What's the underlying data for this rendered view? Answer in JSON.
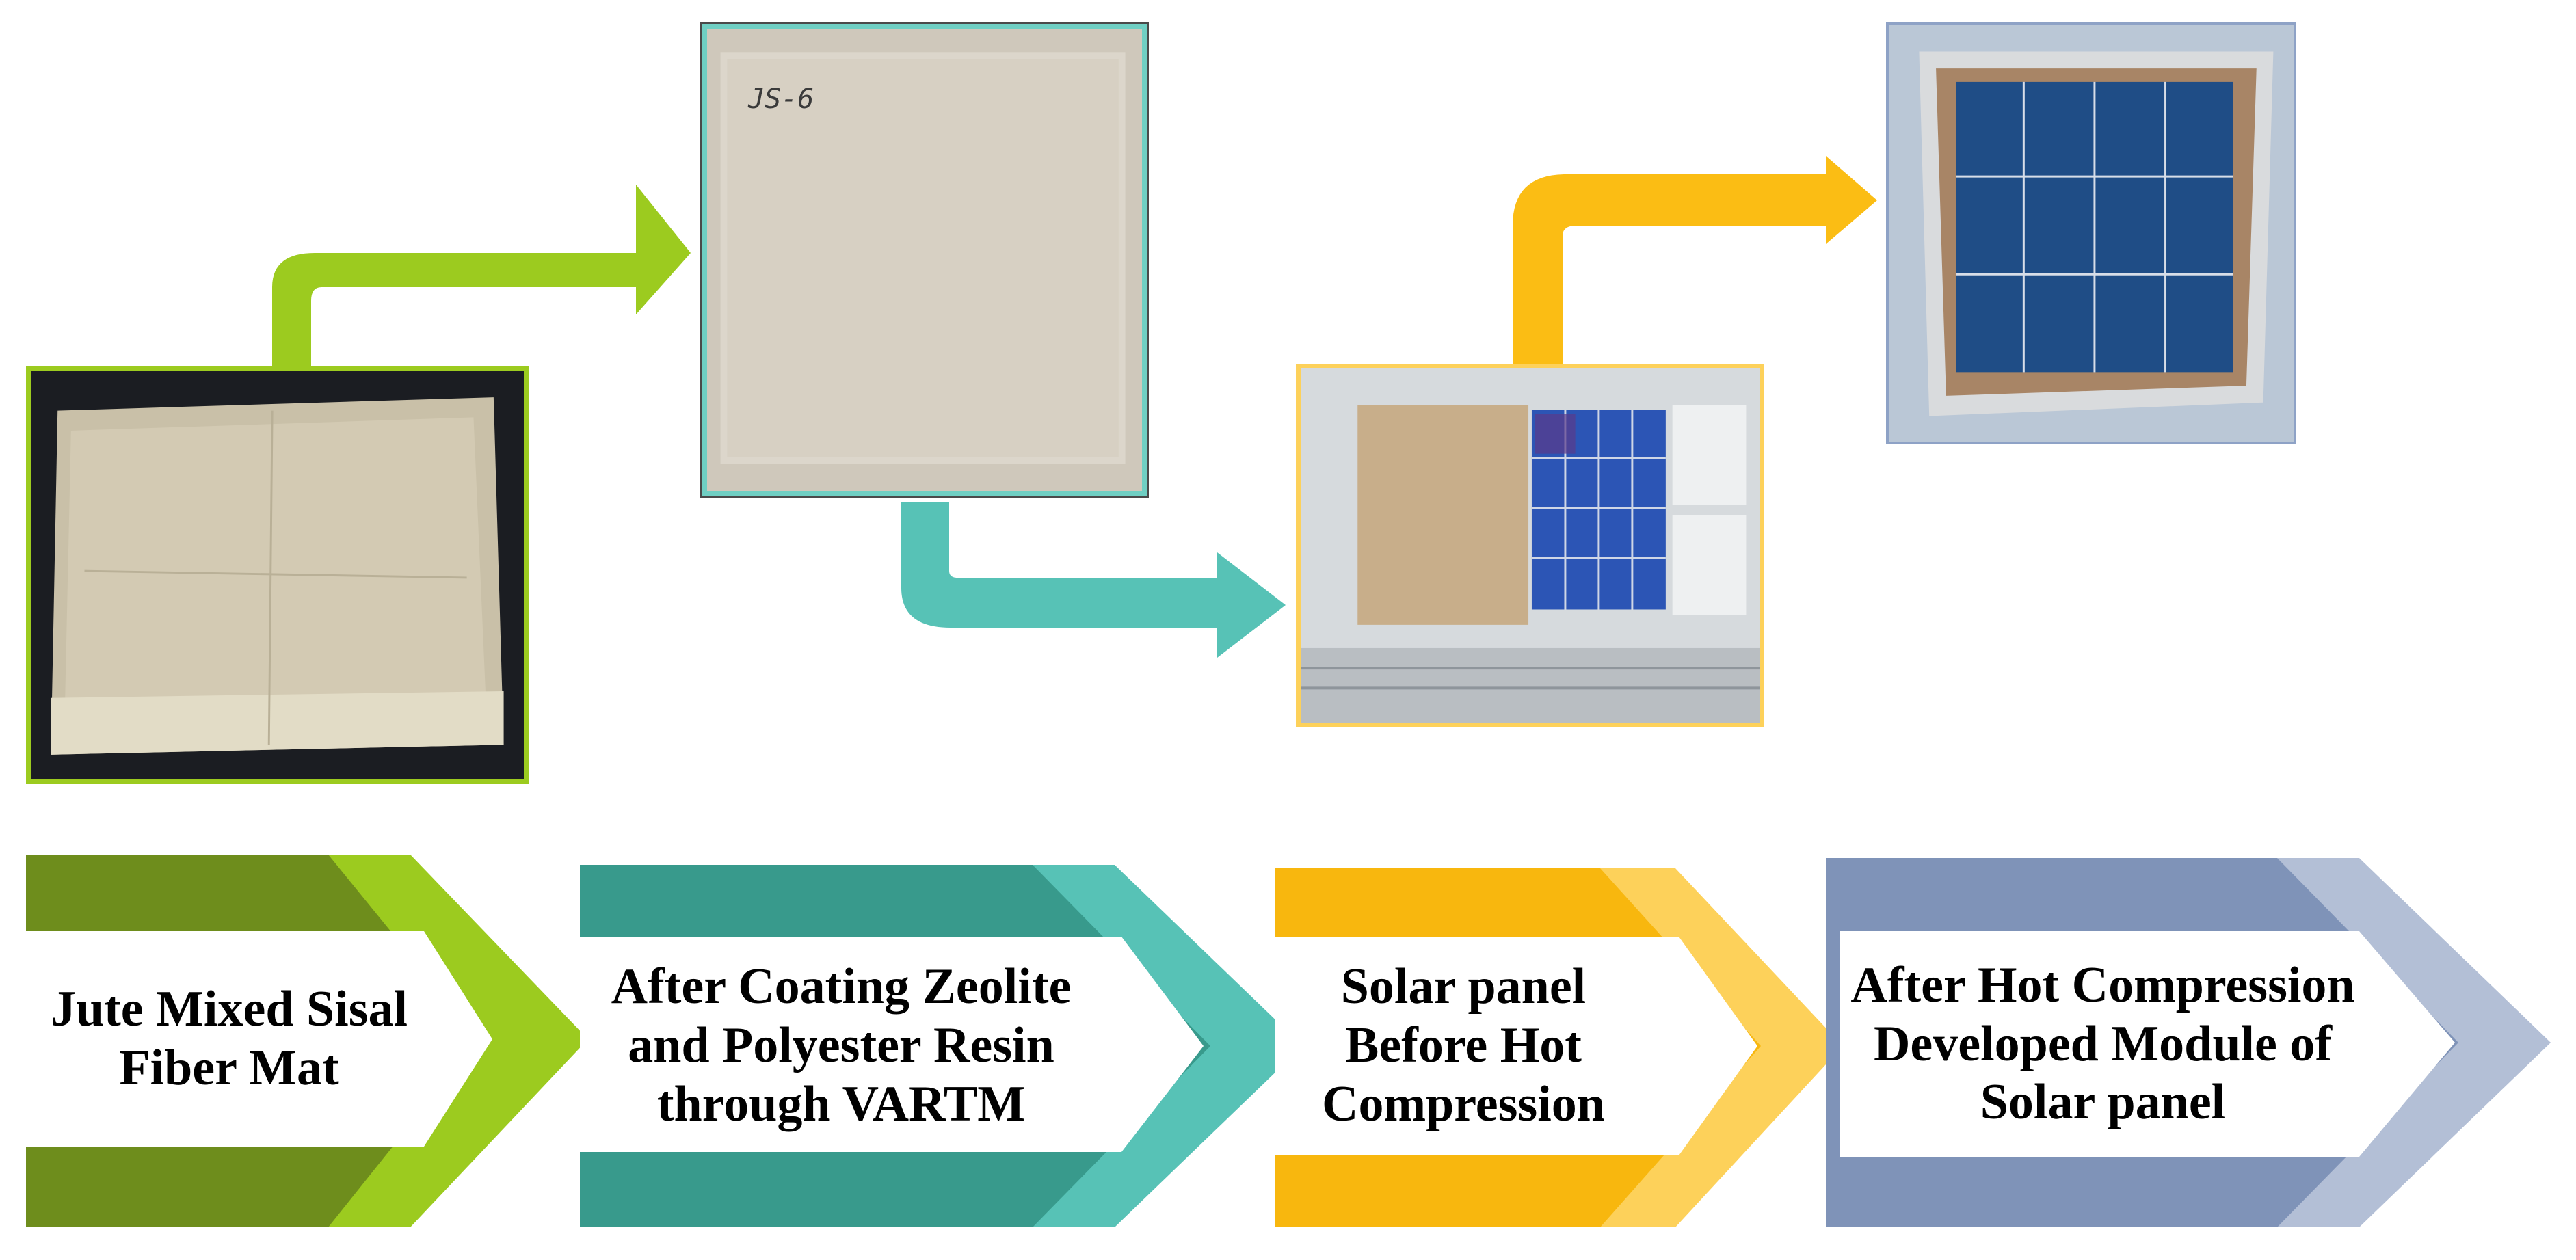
{
  "colors": {
    "green_dark": "#6e8d1c",
    "green_light": "#9ccb1f",
    "teal_dark": "#389a8c",
    "teal_light": "#57c2b6",
    "gold_dark": "#f8b70e",
    "gold_light": "#fdd15a",
    "blue_dark": "#7f93b8",
    "blue_light": "#b3bfd6"
  },
  "steps": [
    {
      "label": "Jute  Mixed Sisal\nFiber Mat",
      "photo": "jute-sisal-fiber-mat-photo"
    },
    {
      "label": "After Coating Zeolite\nand Polyester Resin\nthrough VARTM",
      "photo": "coated-composite-panel-photo",
      "tag": "JS-6"
    },
    {
      "label": "Solar panel\nBefore Hot\nCompression",
      "photo": "solar-cells-before-compression-photo"
    },
    {
      "label": "After Hot Compression\nDeveloped Module of\nSolar panel",
      "photo": "developed-solar-module-photo"
    }
  ]
}
